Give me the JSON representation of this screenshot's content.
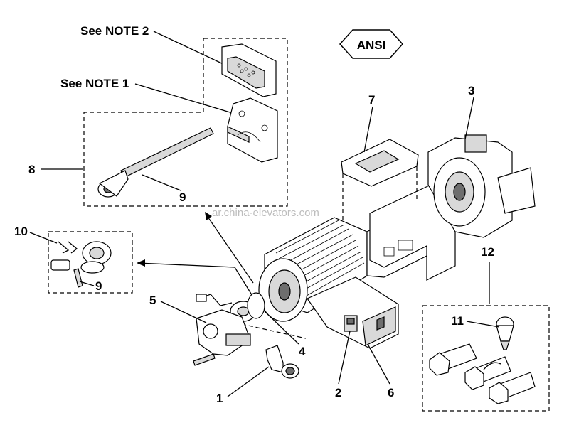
{
  "diagram": {
    "badge": "ANSI",
    "notes": {
      "note2": "See NOTE 2",
      "note1": "See NOTE 1"
    },
    "callouts": {
      "c1": "1",
      "c2": "2",
      "c3": "3",
      "c4": "4",
      "c5": "5",
      "c6": "6",
      "c7": "7",
      "c8": "8",
      "c9a": "9",
      "c9b": "9",
      "c10": "10",
      "c11": "11",
      "c12": "12"
    },
    "watermark": "ar.china-elevators.com"
  }
}
